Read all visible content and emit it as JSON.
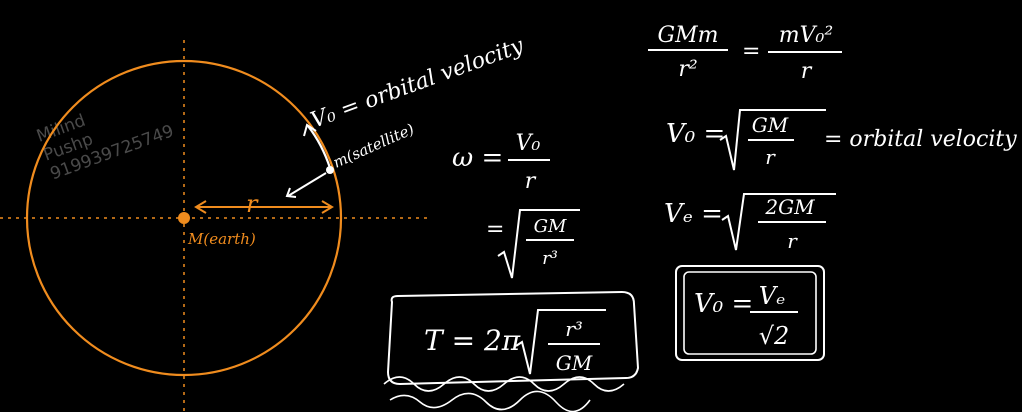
{
  "watermark": {
    "line1": "Milind",
    "line2": "Pushp",
    "line3": "919939725749"
  },
  "diagram": {
    "center_label": "M(earth)",
    "radius_label": "r",
    "satellite_label": "m(satellite)",
    "velocity_label": "V₀ = orbital velocity"
  },
  "equations": {
    "force_balance_lhs_num": "GMm",
    "force_balance_lhs_den": "r²",
    "force_balance_rhs_num": "mV₀²",
    "force_balance_rhs_den": "r",
    "vo_lhs": "V₀ =",
    "vo_rad_num": "GM",
    "vo_rad_den": "r",
    "vo_rhs": "= orbital velocity",
    "ve_lhs": "Vₑ =",
    "ve_rad_num": "2GM",
    "ve_rad_den": "r",
    "omega_lhs": "ω =",
    "omega_num": "V₀",
    "omega_den": "r",
    "omega2_eq": "=",
    "omega2_rad_num": "GM",
    "omega2_rad_den": "r³",
    "period_lhs": "T = 2π",
    "period_rad_num": "r³",
    "period_rad_den": "GM",
    "relation_lhs": "V₀ =",
    "relation_num": "Vₑ",
    "relation_den": "√2"
  },
  "colors": {
    "background": "#000000",
    "orbit": "#f08c1e",
    "ink": "#ffffff",
    "watermark": "#4a4a4a"
  }
}
